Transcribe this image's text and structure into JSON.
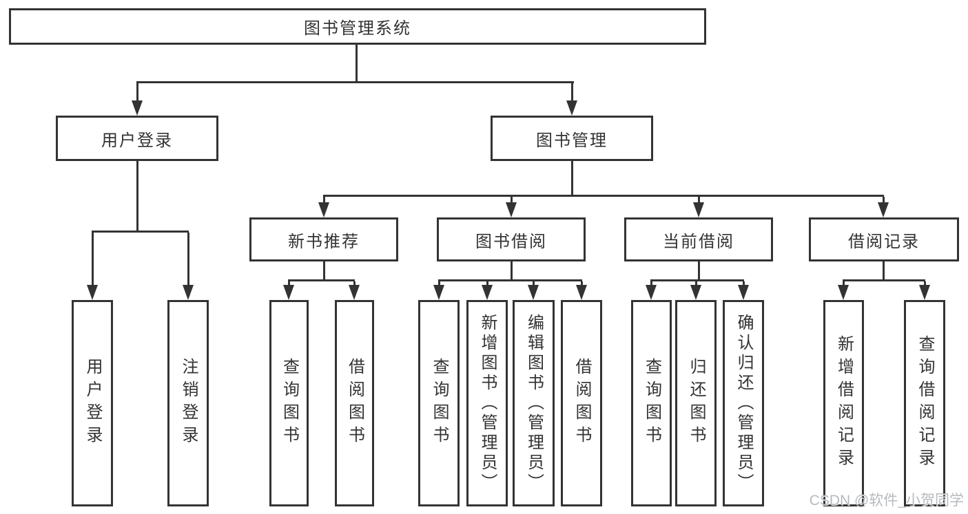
{
  "diagram_type": "hierarchy-tree",
  "tree": {
    "label": "图书管理系统",
    "children": [
      {
        "label": "用户登录",
        "children": [
          {
            "label": "用户登录"
          },
          {
            "label": "注销登录"
          }
        ]
      },
      {
        "label": "图书管理",
        "children": [
          {
            "label": "新书推荐",
            "children": [
              {
                "label": "查询图书"
              },
              {
                "label": "借阅图书"
              }
            ]
          },
          {
            "label": "图书借阅",
            "children": [
              {
                "label": "查询图书"
              },
              {
                "label": "新增图书（管理员）"
              },
              {
                "label": "编辑图书（管理员）"
              },
              {
                "label": "借阅图书"
              }
            ]
          },
          {
            "label": "当前借阅",
            "children": [
              {
                "label": "查询图书"
              },
              {
                "label": "归还图书"
              },
              {
                "label": "确认归还（管理员）"
              }
            ]
          },
          {
            "label": "借阅记录",
            "children": [
              {
                "label": "新增借阅记录"
              },
              {
                "label": "查询借阅记录"
              }
            ]
          }
        ]
      }
    ]
  },
  "watermark": "CSDN @软件_小贺同学",
  "colors": {
    "line": "#333333",
    "text": "#333333",
    "box_background": "#ffffff",
    "page_background": "#ffffff",
    "watermark": "#b2b6bb"
  }
}
